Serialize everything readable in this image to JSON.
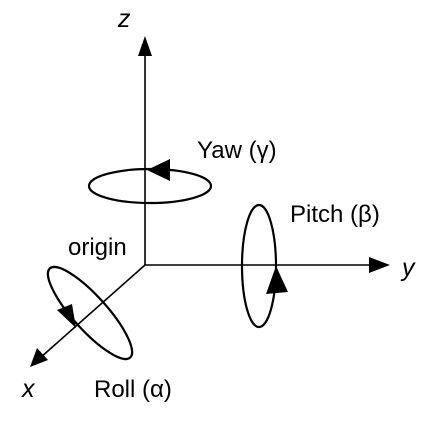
{
  "axes": {
    "z": "z",
    "y": "y",
    "x": "x"
  },
  "labels": {
    "origin": "origin",
    "yaw": "Yaw (γ)",
    "pitch": "Pitch (β)",
    "roll": "Roll (α)"
  }
}
